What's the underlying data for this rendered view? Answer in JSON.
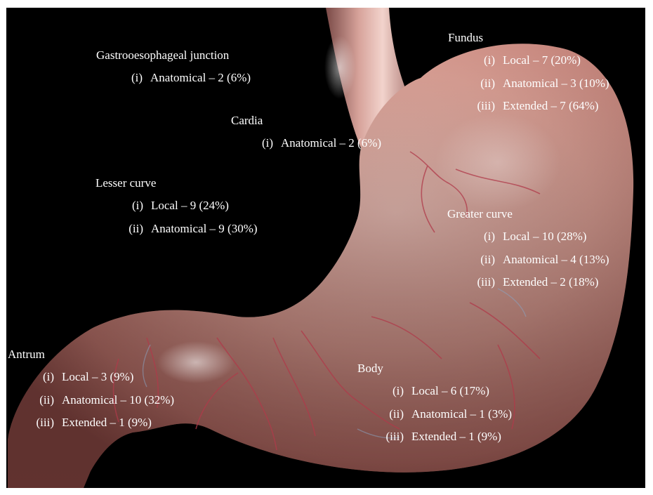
{
  "colors": {
    "background": "#000000",
    "stomach_light": "#e9b6ad",
    "stomach_mid": "#c9857b",
    "stomach_dark": "#8a4a45",
    "vessel": "#b03a4a",
    "text": "#ffffff"
  },
  "regions": {
    "gastroesophageal_junction": {
      "title": "Gastrooesophageal junction",
      "items": [
        {
          "num": "(i)",
          "text": "Anatomical – 2 (6%)"
        }
      ]
    },
    "cardia": {
      "title": "Cardia",
      "items": [
        {
          "num": "(i)",
          "text": "Anatomical – 2 (6%)"
        }
      ]
    },
    "lesser_curve": {
      "title": "Lesser curve",
      "items": [
        {
          "num": "(i)",
          "text": "Local – 9 (24%)"
        },
        {
          "num": "(ii)",
          "text": "Anatomical – 9 (30%)"
        }
      ]
    },
    "fundus": {
      "title": "Fundus",
      "items": [
        {
          "num": "(i)",
          "text": "Local – 7 (20%)"
        },
        {
          "num": "(ii)",
          "text": "Anatomical – 3 (10%)"
        },
        {
          "num": "(iii)",
          "text": "Extended – 7 (64%)"
        }
      ]
    },
    "greater_curve": {
      "title": "Greater curve",
      "items": [
        {
          "num": "(i)",
          "text": "Local – 10 (28%)"
        },
        {
          "num": "(ii)",
          "text": "Anatomical – 4 (13%)"
        },
        {
          "num": "(iii)",
          "text": "Extended – 2 (18%)"
        }
      ]
    },
    "antrum": {
      "title": "Antrum",
      "items": [
        {
          "num": "(i)",
          "text": "Local – 3 (9%)"
        },
        {
          "num": "(ii)",
          "text": "Anatomical – 10 (32%)"
        },
        {
          "num": "(iii)",
          "text": "Extended – 1 (9%)"
        }
      ]
    },
    "body": {
      "title": "Body",
      "items": [
        {
          "num": "(i)",
          "text": "Local – 6 (17%)"
        },
        {
          "num": "(ii)",
          "text": "Anatomical – 1 (3%)"
        },
        {
          "num": "(iii)",
          "text": "Extended – 1 (9%)"
        }
      ]
    }
  }
}
